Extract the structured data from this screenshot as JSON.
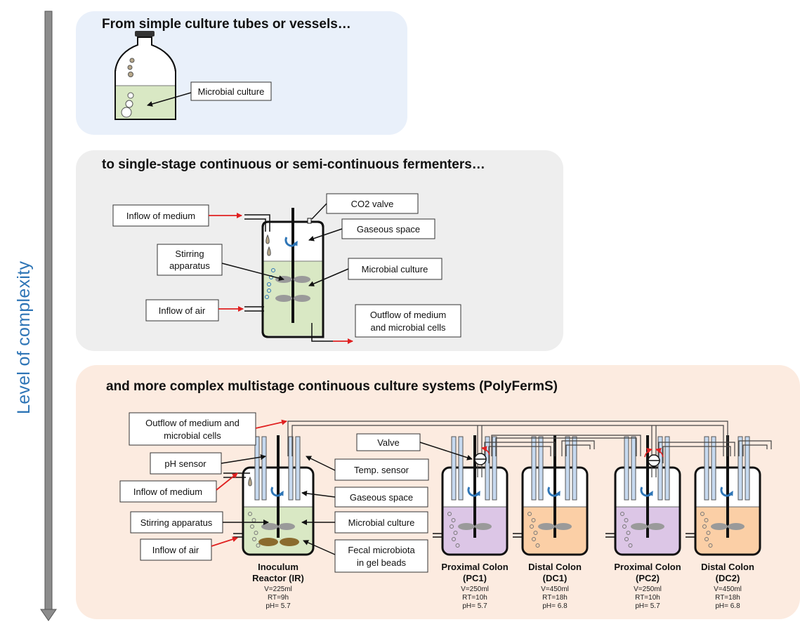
{
  "axis": {
    "label": "Level of complexity"
  },
  "section1": {
    "title": "From simple culture tubes or vessels…",
    "microbial_culture": "Microbial culture"
  },
  "section2": {
    "title": "to single-stage continuous or semi-continuous fermenters…",
    "inflow_medium": "Inflow of medium",
    "co2_valve": "CO2 valve",
    "gaseous_space": "Gaseous space",
    "stirring_1": "Stirring",
    "stirring_2": "apparatus",
    "microbial_culture": "Microbial culture",
    "inflow_air": "Inflow of air",
    "outflow_1": "Outflow of medium",
    "outflow_2": "and microbial cells"
  },
  "section3": {
    "title": "and more complex multistage continuous culture systems (PolyFermS)",
    "outflow_1": "Outflow of medium and",
    "outflow_2": "microbial cells",
    "ph_sensor": "pH sensor",
    "inflow_medium": "Inflow of medium",
    "stirring": "Stirring apparatus",
    "inflow_air": "Inflow of air",
    "valve": "Valve",
    "temp_sensor": "Temp. sensor",
    "gaseous_space": "Gaseous space",
    "microbial_culture": "Microbial culture",
    "fecal_1": "Fecal microbiota",
    "fecal_2": "in gel beads",
    "reactors": [
      {
        "name_1": "Inoculum",
        "name_2": "Reactor (IR)",
        "v": "V=225ml",
        "rt": "RT=9h",
        "ph": "pH= 5.7"
      },
      {
        "name_1": "Proximal Colon",
        "name_2": "(PC1)",
        "v": "V=250ml",
        "rt": "RT=10h",
        "ph": "pH= 5.7"
      },
      {
        "name_1": "Distal Colon",
        "name_2": "(DC1)",
        "v": "V=450ml",
        "rt": "RT=18h",
        "ph": "pH= 6.8"
      },
      {
        "name_1": "Proximal Colon",
        "name_2": "(PC2)",
        "v": "V=250ml",
        "rt": "RT=10h",
        "ph": "pH= 5.7"
      },
      {
        "name_1": "Distal Colon",
        "name_2": "(DC2)",
        "v": "V=450ml",
        "rt": "RT=18h",
        "ph": "pH= 6.8"
      }
    ]
  },
  "colors": {
    "culture_green": "#d9e8c4",
    "proximal_purple": "#dcc6e6",
    "distal_orange": "#fbcfa6",
    "arrow_red": "#e02020",
    "stir_blue": "#2e75b6",
    "axis_blue": "#2e75b6"
  }
}
